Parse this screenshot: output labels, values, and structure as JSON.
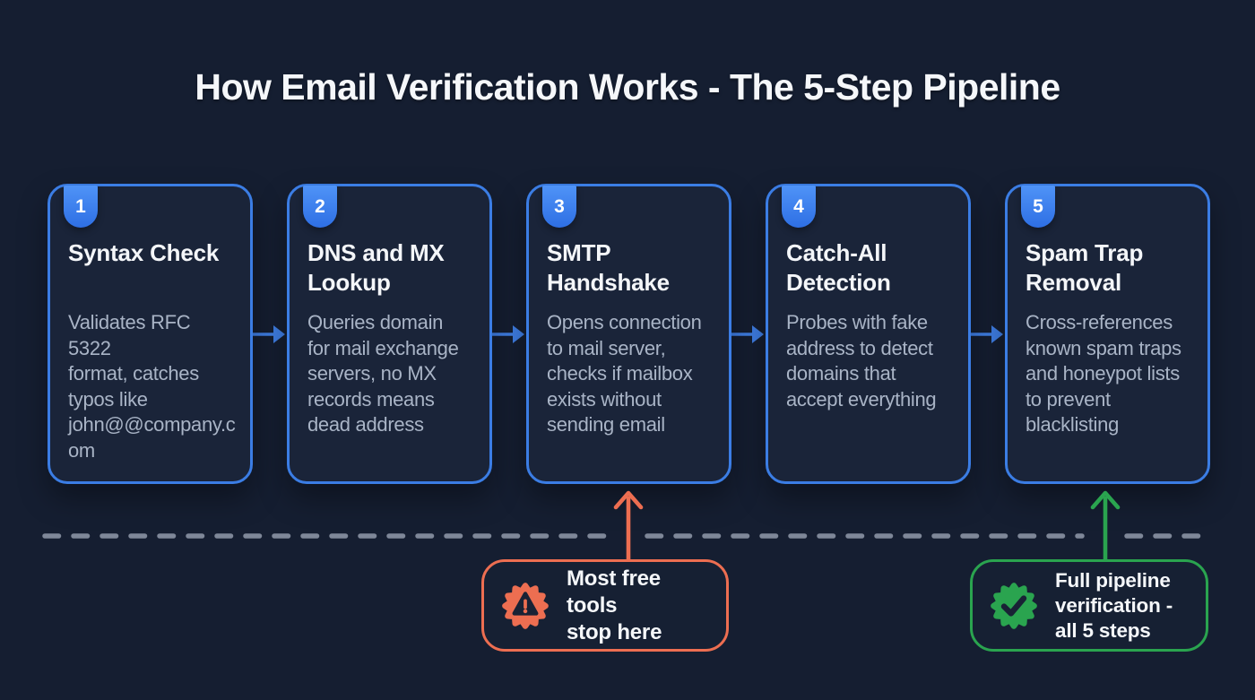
{
  "title": "How Email Verification Works - The 5-Step Pipeline",
  "steps": [
    {
      "number": "1",
      "title": "Syntax Check",
      "description": "Validates RFC 5322\nformat, catches\ntypos like\njohn@@company.c\nom"
    },
    {
      "number": "2",
      "title": "DNS and MX\nLookup",
      "description": "Queries domain\nfor mail exchange\nservers, no MX\nrecords means\ndead address"
    },
    {
      "number": "3",
      "title": "SMTP\nHandshake",
      "description": "Opens connection\nto mail server,\nchecks if mailbox\nexists without\nsending email"
    },
    {
      "number": "4",
      "title": "Catch-All\nDetection",
      "description": "Probes with fake\naddress to detect\ndomains that\naccept everything"
    },
    {
      "number": "5",
      "title": "Spam Trap\nRemoval",
      "description": "Cross-references\nknown spam traps\nand honeypot lists\nto prevent\nblacklisting"
    }
  ],
  "callouts": [
    {
      "id": "free-tools",
      "text": "Most free tools\nstop here",
      "icon": "warning-seal-icon",
      "color": "#ed6e51",
      "points_to_step": "3"
    },
    {
      "id": "full-pipeline",
      "text": "Full pipeline\nverification -\nall 5 steps",
      "icon": "check-seal-icon",
      "color": "#2aa44f",
      "points_to_step": "5"
    }
  ],
  "icons": {
    "step_connector": "arrow-right-icon",
    "warning": "warning-seal-icon",
    "success": "check-seal-icon"
  },
  "colors": {
    "background": "#151e31",
    "card_background": "#1a2439",
    "card_border_blue": "#3b7de4",
    "badge_blue": "#3b82f6",
    "title_text": "#f5f7fa",
    "description_text": "#a9b4c6",
    "dashed_divider": "#7e8798",
    "warning_orange": "#ed6e51",
    "success_green": "#2aa44f"
  }
}
